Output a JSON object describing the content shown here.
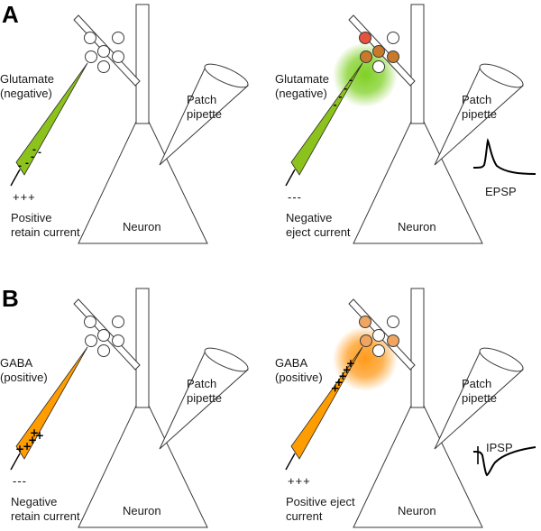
{
  "panels": [
    {
      "letter": "A",
      "scenes": [
        {
          "drug_label": "Glutamate",
          "drug_charge": "(negative)",
          "pipette_color": "#8cc21c",
          "marks": [
            "-",
            "-",
            "-",
            "-",
            "-"
          ],
          "current_sign": "+++",
          "current_line1": "Positive",
          "current_line2": "retain current",
          "patch_line1": "Patch",
          "patch_line2": "pipette",
          "neuron_label": "Neuron",
          "glow": false,
          "trace": false
        },
        {
          "drug_label": "Glutamate",
          "drug_charge": "(negative)",
          "pipette_color": "#8cc21c",
          "marks": [
            "-",
            "-",
            "-",
            "-"
          ],
          "current_sign": "---",
          "current_line1": "Negative",
          "current_line2": "eject  current",
          "patch_line1": "Patch",
          "patch_line2": "pipette",
          "neuron_label": "Neuron",
          "glow": true,
          "glow_color": "#7fd024",
          "receptor_color": "#c87a2a",
          "receptor_top_color": "#e5533d",
          "trace": true,
          "trace_label": "EPSP",
          "trace_kind": "epsp"
        }
      ]
    },
    {
      "letter": "B",
      "scenes": [
        {
          "drug_label": "GABA",
          "drug_charge": "(positive)",
          "pipette_color": "#ff9c00",
          "marks": [
            "+",
            "+",
            "+",
            "+",
            "+"
          ],
          "current_sign": "---",
          "current_line1": "Negative",
          "current_line2": "retain current",
          "patch_line1": "Patch",
          "patch_line2": "pipette",
          "neuron_label": "Neuron",
          "glow": false,
          "trace": false
        },
        {
          "drug_label": "GABA",
          "drug_charge": "(positive)",
          "pipette_color": "#ff9c00",
          "marks": [
            "+",
            "+",
            "+",
            "+",
            "+"
          ],
          "current_sign": "+++",
          "current_line1": "Positive eject",
          "current_line2": "current",
          "patch_line1": "Patch",
          "patch_line2": "pipette",
          "neuron_label": "Neuron",
          "glow": true,
          "glow_color": "#ff9a1a",
          "receptor_color": "#f0a560",
          "receptor_top_color": "#f0a560",
          "trace": true,
          "trace_label": "IPSP",
          "trace_kind": "ipsp"
        }
      ]
    }
  ]
}
